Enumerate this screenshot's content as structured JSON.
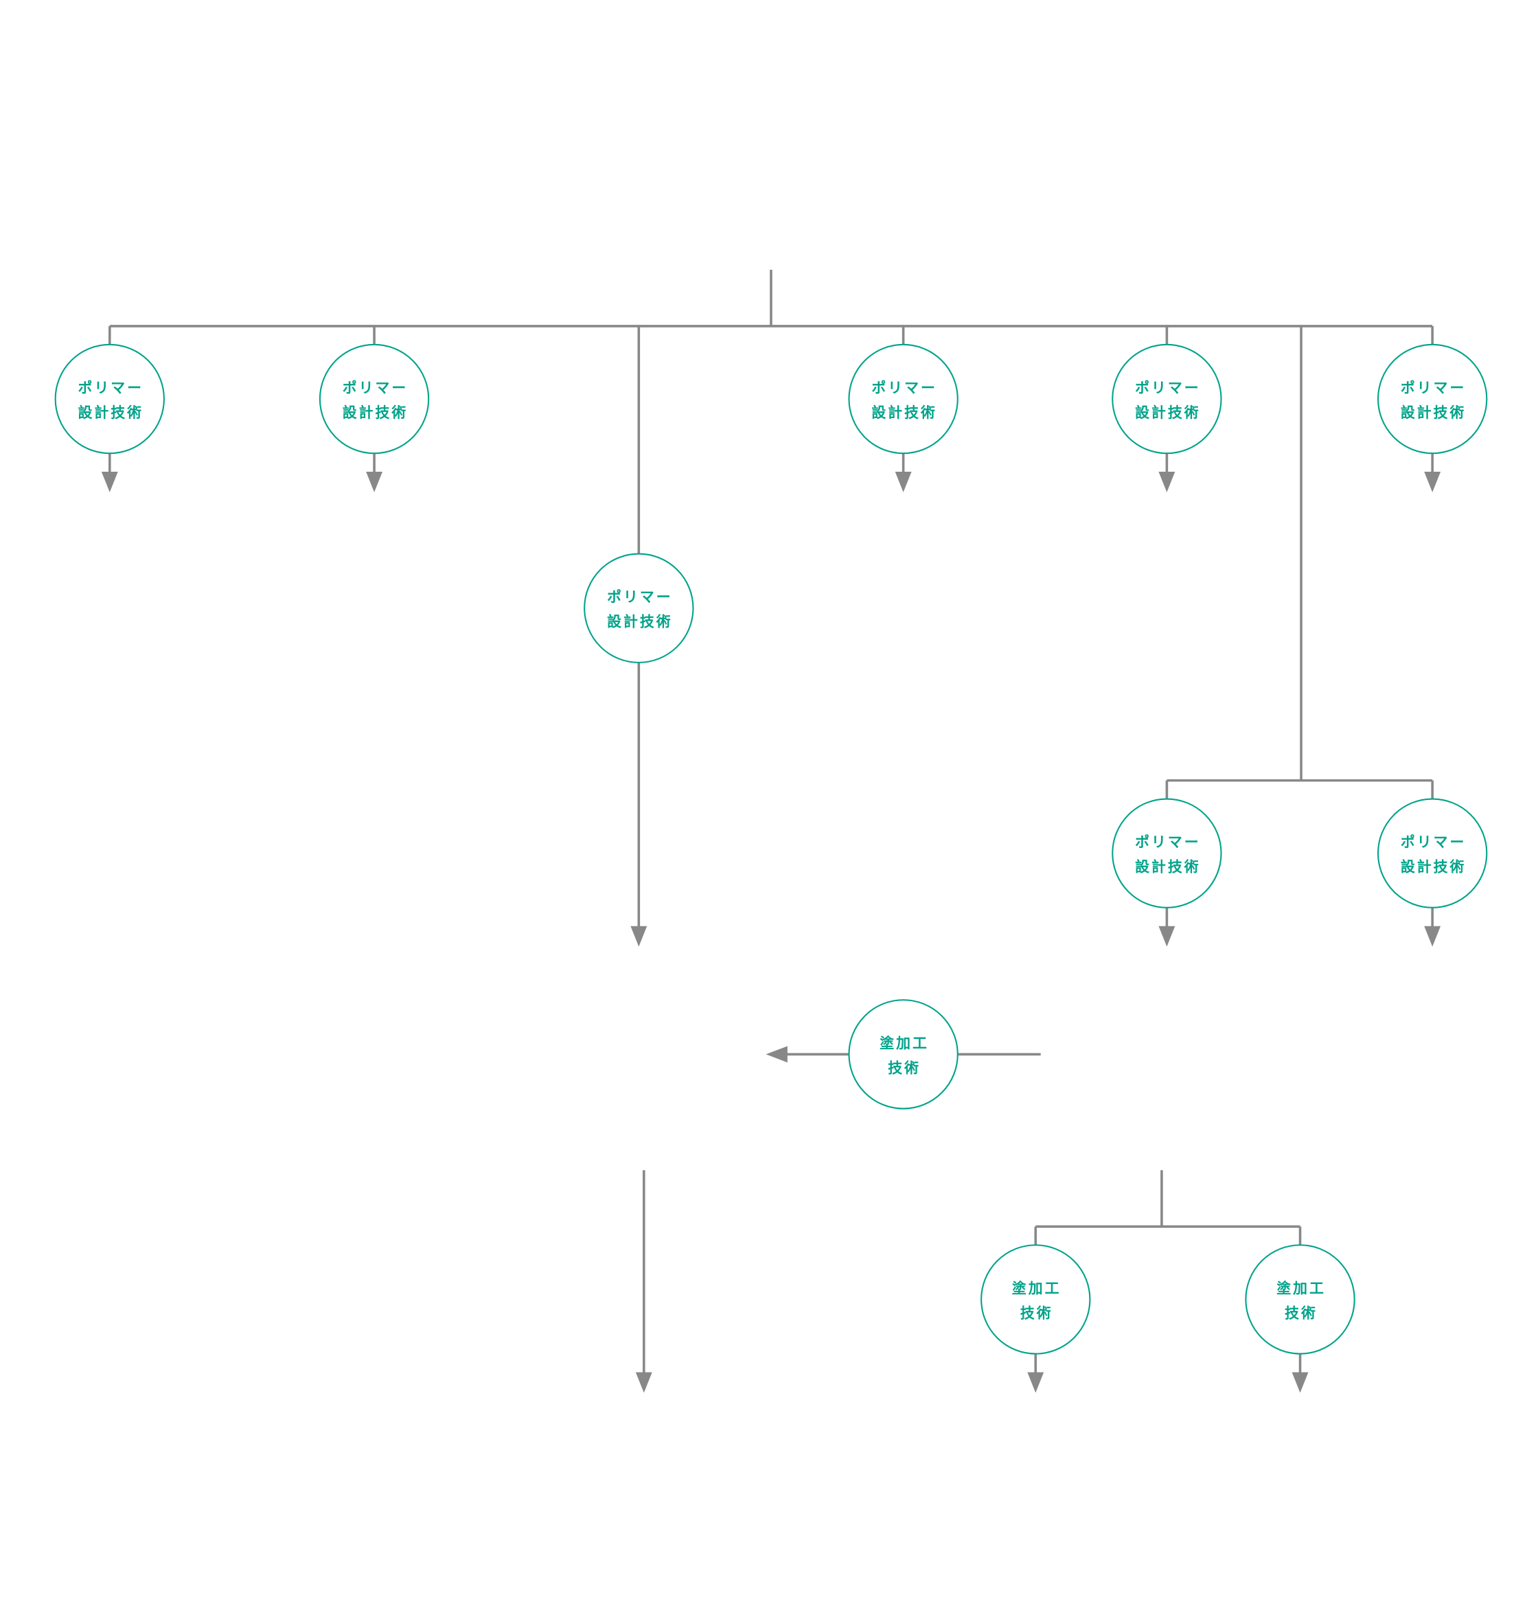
{
  "colors": {
    "node": "#00a38a",
    "connector": "#888888"
  },
  "labels": {
    "polymer": [
      "ポリマー",
      "設計技術"
    ],
    "coating": [
      "塗加工",
      "技術"
    ]
  },
  "nodes": [
    {
      "id": "polymer-1",
      "label": "polymer"
    },
    {
      "id": "polymer-2",
      "label": "polymer"
    },
    {
      "id": "polymer-3",
      "label": "polymer"
    },
    {
      "id": "polymer-4",
      "label": "polymer"
    },
    {
      "id": "polymer-5",
      "label": "polymer"
    },
    {
      "id": "polymer-6",
      "label": "polymer"
    },
    {
      "id": "polymer-7",
      "label": "polymer"
    },
    {
      "id": "polymer-8",
      "label": "polymer"
    },
    {
      "id": "coating-1",
      "label": "coating"
    },
    {
      "id": "coating-2",
      "label": "coating"
    },
    {
      "id": "coating-3",
      "label": "coating"
    }
  ]
}
